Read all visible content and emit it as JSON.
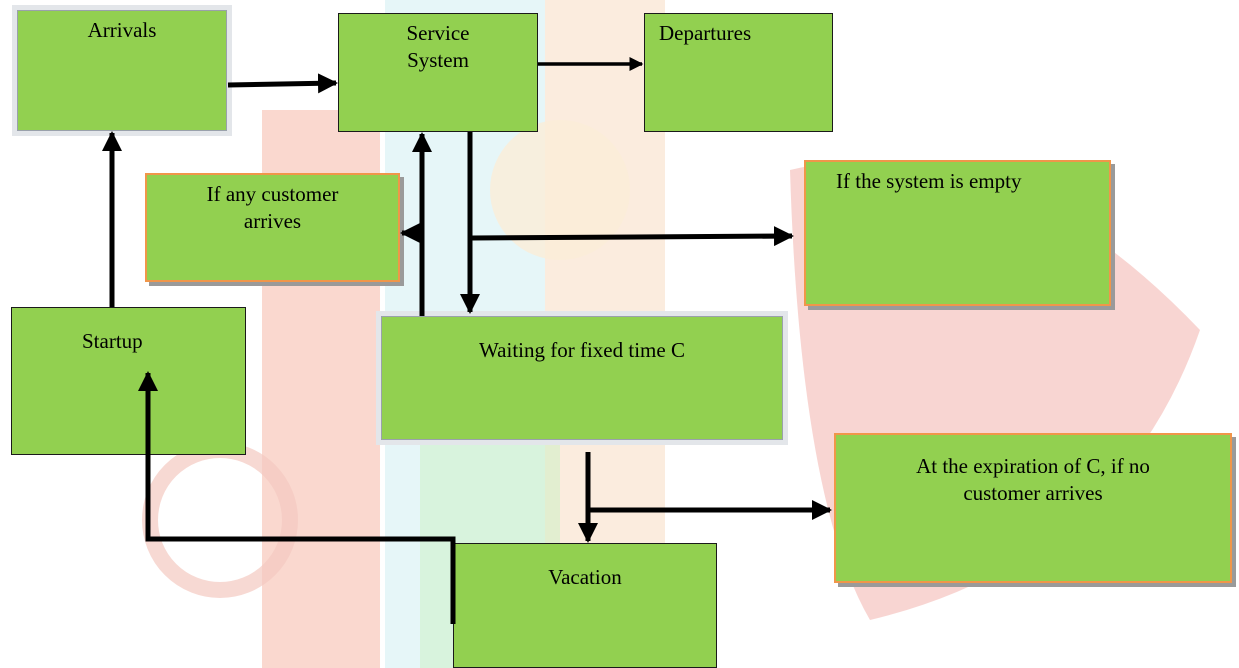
{
  "diagram": {
    "nodes": {
      "arrivals": "Arrivals",
      "service_system": "Service\nSystem",
      "departures": "Departures",
      "if_customer_arrives": "If any customer\narrives",
      "if_system_empty": "If the system is empty",
      "startup": "Startup",
      "waiting": "Waiting for fixed time C",
      "expiration": "At the expiration of C, if no\ncustomer arrives",
      "vacation": "Vacation"
    },
    "edges": [
      {
        "from": "arrivals",
        "to": "service_system"
      },
      {
        "from": "service_system",
        "to": "departures"
      },
      {
        "from": "service_system",
        "to": "if_system_empty"
      },
      {
        "from": "service_system",
        "to": "waiting"
      },
      {
        "from": "waiting",
        "to": "if_customer_arrives"
      },
      {
        "from": "waiting",
        "to": "service_system"
      },
      {
        "from": "waiting",
        "to": "expiration"
      },
      {
        "from": "waiting",
        "to": "vacation"
      },
      {
        "from": "vacation",
        "to": "startup"
      },
      {
        "from": "startup",
        "to": "arrivals"
      }
    ],
    "colors": {
      "box_fill": "#92d050",
      "arrow": "#000000",
      "orange_border": "#f0964a"
    }
  }
}
